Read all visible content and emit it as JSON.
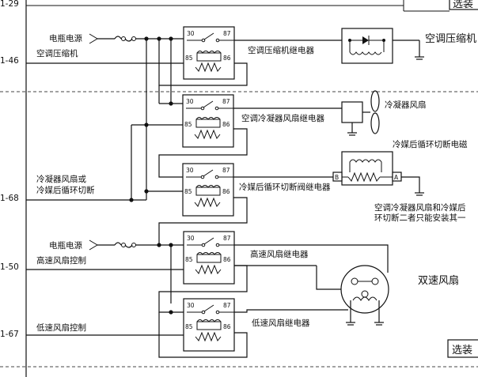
{
  "rows": {
    "r29": "1-29",
    "r46": "1-46",
    "r68": "1-68",
    "r50": "1-50",
    "r67": "1-67"
  },
  "labels": {
    "battery_power_1": "电瓶电源",
    "ac_compressor": "空调压缩机",
    "ac_compressor_relay": "空调压缩机继电器",
    "ac_compressor_component": "空调压缩机",
    "ac_condenser_fan_relay": "空调冷凝器风扇继电器",
    "condenser_fan": "冷凝器风扇",
    "refrigerant_valve_label": "冷媒后循环切断电磁",
    "condenser_fan_or_line1": "冷凝器风扇或",
    "condenser_fan_or_line2": "冷媒后循环切断",
    "refrigerant_valve_relay": "冷媒后循环切断阀继电器",
    "note_line1": "空调冷凝器风扇和冷媒后",
    "note_line2": "环切断二者只能安装其一",
    "battery_power_2": "电瓶电源",
    "high_speed_fan_control": "高速风扇控制",
    "high_speed_fan_relay": "高速风扇继电器",
    "dual_speed_fan": "双速风扇",
    "low_speed_fan_control": "低速风扇控制",
    "low_speed_fan_relay": "低速风扇继电器",
    "optional_top": "选装",
    "optional_bottom": "选装"
  },
  "relay_pins": {
    "p30": "30",
    "p87": "87",
    "p85": "85",
    "p86": "86"
  },
  "connector_pins": {
    "b": "B",
    "a": "A"
  }
}
